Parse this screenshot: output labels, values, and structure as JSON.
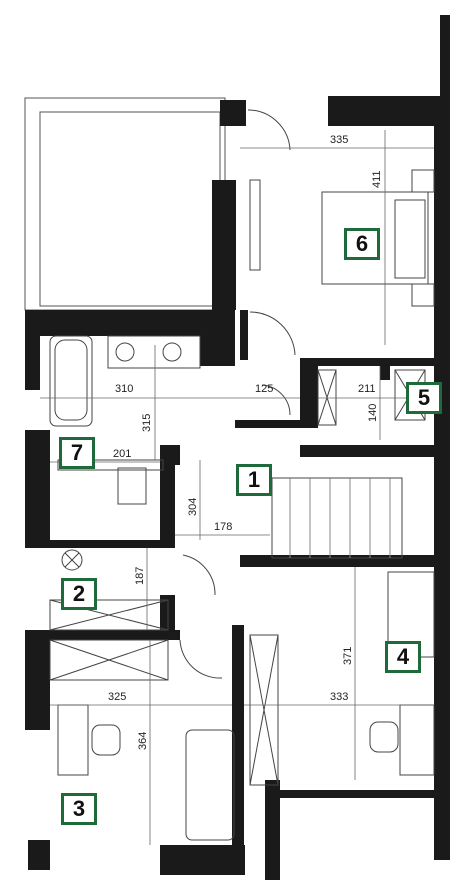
{
  "rooms": [
    {
      "id": "1",
      "label": "1"
    },
    {
      "id": "2",
      "label": "2"
    },
    {
      "id": "3",
      "label": "3"
    },
    {
      "id": "4",
      "label": "4"
    },
    {
      "id": "5",
      "label": "5"
    },
    {
      "id": "6",
      "label": "6"
    },
    {
      "id": "7",
      "label": "7"
    }
  ],
  "dimensions": {
    "d335": "335",
    "d411": "411",
    "d310": "310",
    "d125": "125",
    "d211": "211",
    "d315": "315",
    "d140": "140",
    "d201": "201",
    "d304": "304",
    "d178": "178",
    "d187": "187",
    "d325": "325",
    "d333": "333",
    "d371": "371",
    "d364": "364"
  },
  "colors": {
    "wall": "#1a1a1a",
    "label_border": "#1f6a3a",
    "line": "#444444"
  }
}
